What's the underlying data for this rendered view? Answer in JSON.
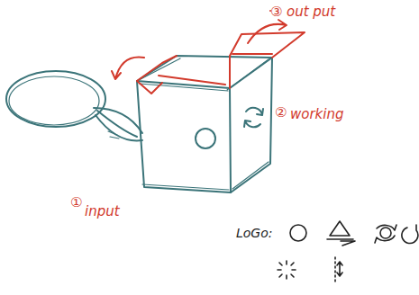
{
  "diagram": {
    "labels": [
      "③",
      "out put",
      "②",
      "working",
      "①",
      "input",
      "LoGo:"
    ]
  }
}
